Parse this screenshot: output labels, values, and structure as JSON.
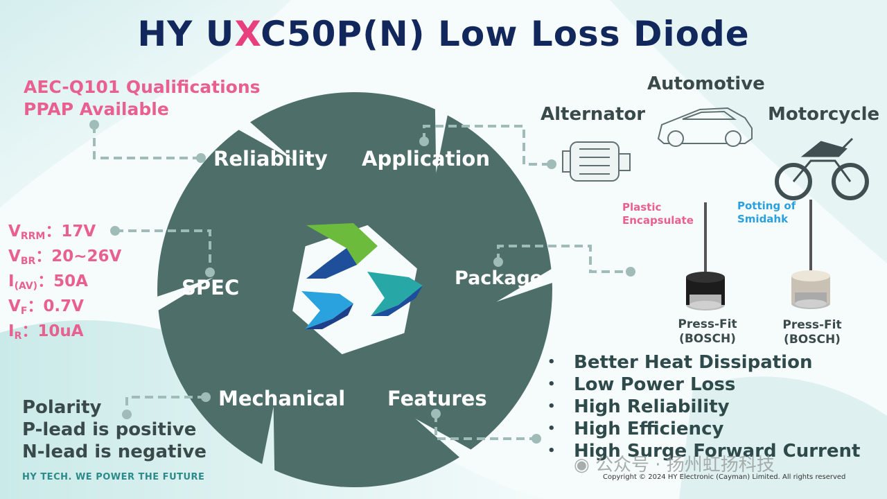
{
  "title": {
    "prefix": "HY U",
    "accent": "X",
    "suffix": "C50P(N) Low Loss Diode"
  },
  "qualifications": [
    "AEC-Q101 Qualifications",
    "PPAP Available"
  ],
  "segments": {
    "reliability": "Reliability",
    "application": "Application",
    "package": "Package",
    "features": "Features",
    "mechanical": "Mechanical",
    "spec": "SPEC"
  },
  "spec_values": {
    "vrrm": {
      "sym": "V",
      "sub": "RRM",
      "val": "：17V"
    },
    "vbr": {
      "sym": "V",
      "sub": "BR",
      "val": "：20~26V"
    },
    "iav": {
      "sym": "I",
      "sub": "(AV)",
      "val": "：50A"
    },
    "vf": {
      "sym": "V",
      "sub": "F",
      "val": "：0.7V"
    },
    "ir": {
      "sym": "I",
      "sub": "R",
      "val": "：10uA"
    }
  },
  "applications": {
    "automotive": "Automotive",
    "alternator": "Alternator",
    "motorcycle": "Motorcycle"
  },
  "packages": {
    "plastic_1": "Plastic",
    "plastic_2": "Encapsulate",
    "potting_1": "Potting of",
    "potting_2": "Smidahk",
    "pressfit_a": "Press-Fit",
    "bosch_a": "(BOSCH)",
    "pressfit_b": "Press-Fit",
    "bosch_b": "(BOSCH)"
  },
  "features": [
    "Better Heat Dissipation",
    "Low Power Loss",
    "High Reliability",
    "High Efficiency",
    "High Surge Forward Current"
  ],
  "polarity": [
    "Polarity",
    "P-lead is positive",
    "N-lead is negative"
  ],
  "footer": {
    "tagline": "HY TECH. WE POWER THE FUTURE",
    "copyright": "Copyright © 2024 HY Electronic (Cayman) Limited. All rights reserved",
    "watermark": "公众号 · 扬州虹扬科技"
  },
  "colors": {
    "wheel": "#4e6e6a",
    "title": "#12285c",
    "accent": "#e8407e",
    "pink_text": "#e8608f",
    "dash": "#9fbcb9"
  }
}
